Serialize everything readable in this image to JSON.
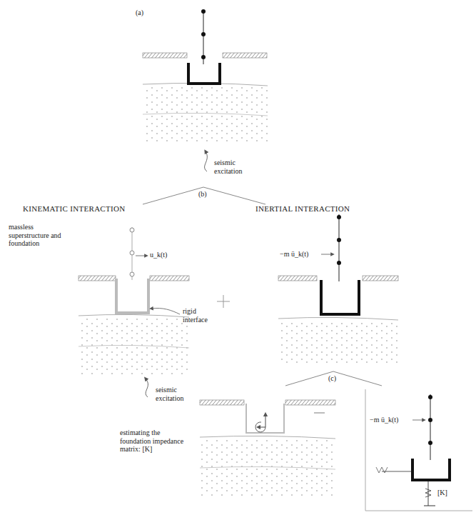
{
  "diagram": {
    "labels": [
      "(a)",
      "seismic excitation",
      "(b)",
      "KINEMATIC INTERACTION",
      "INERTIAL INTERACTION",
      "massless superstructure and foundation",
      "u_k(t)",
      "rigid interface",
      "seismic excitation",
      "−m ü_k(t)",
      "(c)",
      "estimating the foundation impedance matrix: [K]",
      "−m ü_k(t)",
      "[K]"
    ]
  }
}
